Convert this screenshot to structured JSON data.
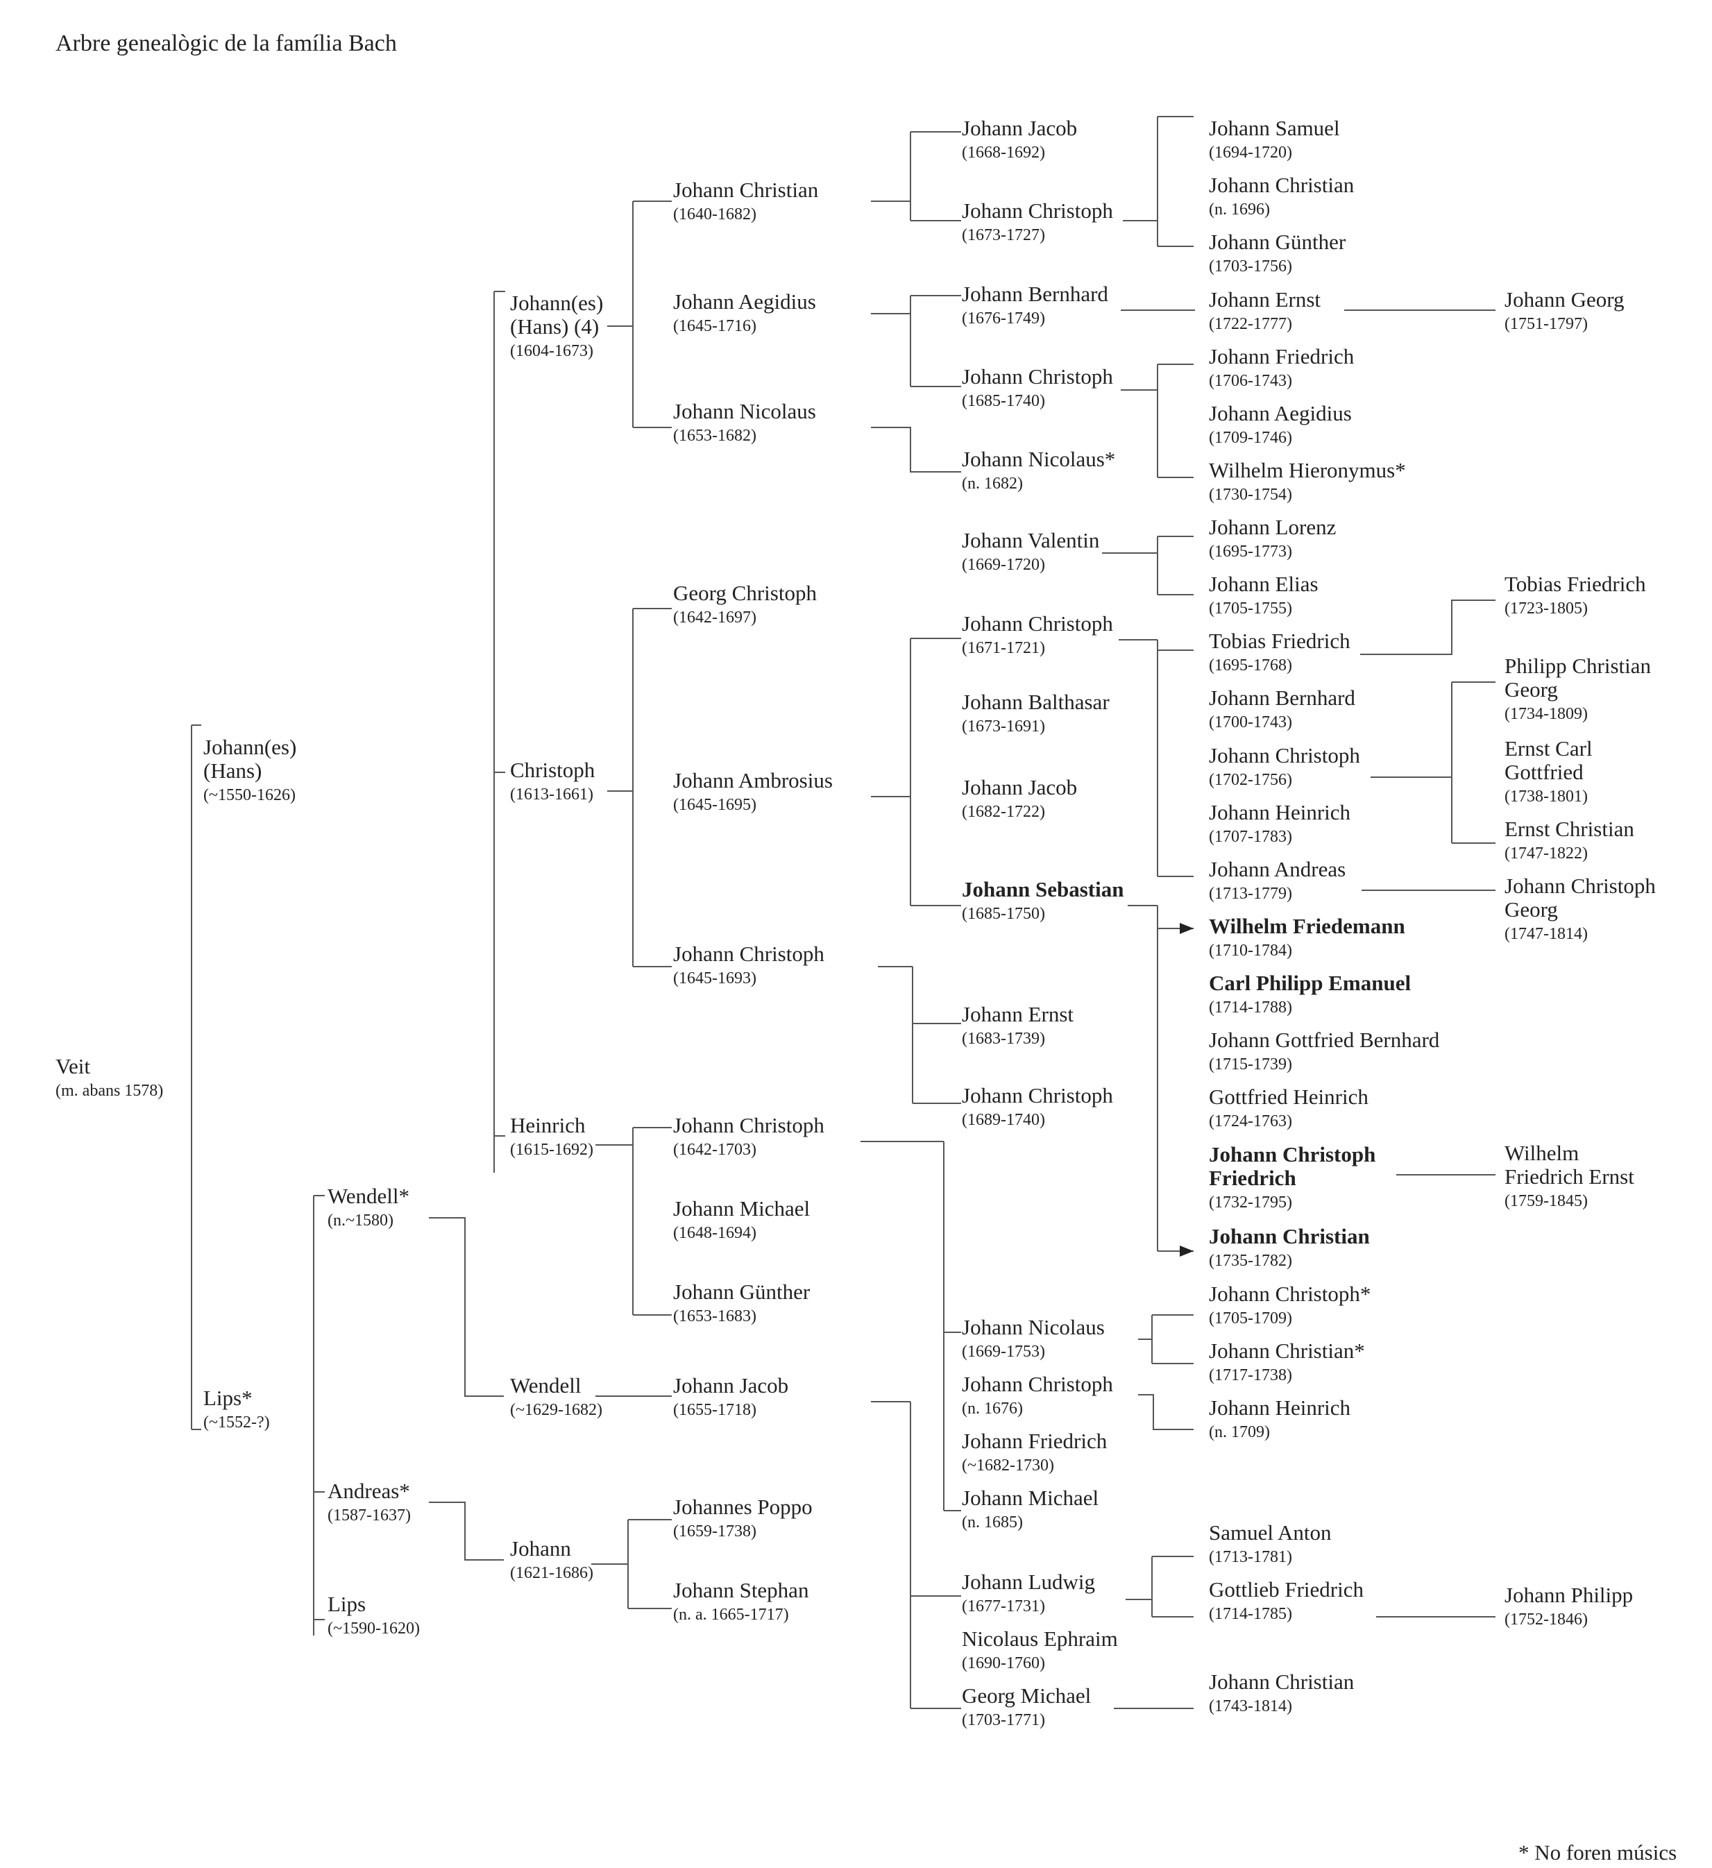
{
  "title": "Arbre genealògic de la família Bach",
  "footnote": "* No foren músics",
  "persons": [
    {
      "id": "veit",
      "name": "Veit",
      "years": "(m. abans 1578)"
    },
    {
      "id": "johann_hans_1",
      "name": "Johann(es)\n(Hans)",
      "years": "(~1550-1626)"
    },
    {
      "id": "lips_1",
      "name": "Lips*",
      "years": "(~1552-?)"
    },
    {
      "id": "johannes_hans_4",
      "name": "Johann(es)\n(Hans) (4)",
      "years": "(1604-1673)"
    },
    {
      "id": "christoph_1613",
      "name": "Christoph",
      "years": "(1613-1661)"
    },
    {
      "id": "heinrich_1615",
      "name": "Heinrich",
      "years": "(1615-1692)"
    },
    {
      "id": "wendell_1580",
      "name": "Wendell*",
      "years": "(n.~1580)"
    },
    {
      "id": "andreas_1587",
      "name": "Andreas*",
      "years": "(1587-1637)"
    },
    {
      "id": "lips_1590",
      "name": "Lips",
      "years": "(~1590-1620)"
    },
    {
      "id": "wendell_1629",
      "name": "Wendell",
      "years": "(~1629-1682)"
    },
    {
      "id": "johann_1621",
      "name": "Johann",
      "years": "(1621-1686)"
    },
    {
      "id": "jchristian_1640",
      "name": "Johann Christian",
      "years": "(1640-1682)"
    },
    {
      "id": "jaegidius_1645",
      "name": "Johann Aegidius",
      "years": "(1645-1716)"
    },
    {
      "id": "jnicolaus_1653",
      "name": "Johann Nicolaus",
      "years": "(1653-1682)"
    },
    {
      "id": "georg_christoph_1642",
      "name": "Georg Christoph",
      "years": "(1642-1697)"
    },
    {
      "id": "jambrosius_1645",
      "name": "Johann Ambrosius",
      "years": "(1645-1695)"
    },
    {
      "id": "jchristoph_1645",
      "name": "Johann Christoph",
      "years": "(1645-1693)"
    },
    {
      "id": "jchristoph_1642",
      "name": "Johann Christoph",
      "years": "(1642-1703)"
    },
    {
      "id": "jmichael_1648",
      "name": "Johann Michael",
      "years": "(1648-1694)"
    },
    {
      "id": "jgunther_1653",
      "name": "Johann Günther",
      "years": "(1653-1683)"
    },
    {
      "id": "jjacob_1655",
      "name": "Johann Jacob",
      "years": "(1655-1718)"
    },
    {
      "id": "jpoppo_1659",
      "name": "Johannes Poppo",
      "years": "(1659-1738)"
    },
    {
      "id": "jstephan_1665",
      "name": "Johann Stephan",
      "years": "(n. a. 1665-1717)"
    },
    {
      "id": "jjacob_1668",
      "name": "Johann Jacob",
      "years": "(1668-1692)"
    },
    {
      "id": "jchristoph_1673",
      "name": "Johann Christoph",
      "years": "(1673-1727)"
    },
    {
      "id": "jbernhard_1676",
      "name": "Johann Bernhard",
      "years": "(1676-1749)"
    },
    {
      "id": "jchristoph_1685",
      "name": "Johann Christoph",
      "years": "(1685-1740)"
    },
    {
      "id": "jnicolaus_1682",
      "name": "Johann Nicolaus*",
      "years": "(n. 1682)"
    },
    {
      "id": "jvalentin_1669",
      "name": "Johann Valentin",
      "years": "(1669-1720)"
    },
    {
      "id": "jchristoph_1671",
      "name": "Johann Christoph",
      "years": "(1671-1721)"
    },
    {
      "id": "jbalthasar_1673",
      "name": "Johann Balthasar",
      "years": "(1673-1691)"
    },
    {
      "id": "jjacob_1682",
      "name": "Johann Jacob",
      "years": "(1682-1722)"
    },
    {
      "id": "jsebastian_1685",
      "name": "Johann Sebastian",
      "years": "(1685-1750)",
      "bold": true
    },
    {
      "id": "jernst_1683",
      "name": "Johann Ernst",
      "years": "(1683-1739)"
    },
    {
      "id": "jchristoph_1689",
      "name": "Johann Christoph",
      "years": "(1689-1740)"
    },
    {
      "id": "jnicolaus_1669",
      "name": "Johann Nicolaus",
      "years": "(1669-1753)"
    },
    {
      "id": "jchristoph_1676",
      "name": "Johann Christoph",
      "years": "(n. 1676)"
    },
    {
      "id": "jfriedrich_1682",
      "name": "Johann Friedrich",
      "years": "(~1682-1730)"
    },
    {
      "id": "jmichael_1685",
      "name": "Johann Michael",
      "years": "(n. 1685)"
    },
    {
      "id": "jludwig_1677",
      "name": "Johann Ludwig",
      "years": "(1677-1731)"
    },
    {
      "id": "nephraim_1690",
      "name": "Nicolaus Ephraim",
      "years": "(1690-1760)"
    },
    {
      "id": "gmichael_1703",
      "name": "Georg Michael",
      "years": "(1703-1771)"
    },
    {
      "id": "jsamuel_1694",
      "name": "Johann Samuel",
      "years": "(1694-1720)"
    },
    {
      "id": "jchristian_1696",
      "name": "Johann Christian",
      "years": "(n. 1696)"
    },
    {
      "id": "jgunther_1703",
      "name": "Johann Günther",
      "years": "(1703-1756)"
    },
    {
      "id": "jernst_1722",
      "name": "Johann Ernst",
      "years": "(1722-1777)"
    },
    {
      "id": "jfriedrich_1706",
      "name": "Johann Friedrich",
      "years": "(1706-1743)"
    },
    {
      "id": "jaegidius_1709",
      "name": "Johann Aegidius",
      "years": "(1709-1746)"
    },
    {
      "id": "whieronymus_1730",
      "name": "Wilhelm Hieronymus*",
      "years": "(1730-1754)"
    },
    {
      "id": "jlorenz_1695",
      "name": "Johann Lorenz",
      "years": "(1695-1773)"
    },
    {
      "id": "jelias_1705",
      "name": "Johann Elias",
      "years": "(1705-1755)"
    },
    {
      "id": "tfriedrich_1695",
      "name": "Tobias Friedrich",
      "years": "(1695-1768)"
    },
    {
      "id": "jbernhard_1700",
      "name": "Johann Bernhard",
      "years": "(1700-1743)"
    },
    {
      "id": "jchristoph_1702",
      "name": "Johann Christoph",
      "years": "(1702-1756)"
    },
    {
      "id": "jheinrich_1707",
      "name": "Johann Heinrich",
      "years": "(1707-1783)"
    },
    {
      "id": "jandreas_1713",
      "name": "Johann Andreas",
      "years": "(1713-1779)"
    },
    {
      "id": "wfriedemann_1710",
      "name": "Wilhelm Friedemann",
      "years": "(1710-1784)",
      "bold": true
    },
    {
      "id": "cpemanuel_1714",
      "name": "Carl Philipp Emanuel",
      "years": "(1714-1788)",
      "bold": true
    },
    {
      "id": "jgbernhard_1715",
      "name": "Johann Gottfried Bernhard",
      "years": "(1715-1739)"
    },
    {
      "id": "gheinrich_1724",
      "name": "Gottfried Heinrich",
      "years": "(1724-1763)"
    },
    {
      "id": "jcfriedrich_1732",
      "name": "Johann Christoph\nFriedrich",
      "years": "(1732-1795)",
      "bold": true
    },
    {
      "id": "jchristian_1735",
      "name": "Johann Christian",
      "years": "(1735-1782)",
      "bold": true
    },
    {
      "id": "jchristoph_1705",
      "name": "Johann Christoph*",
      "years": "(1705-1709)"
    },
    {
      "id": "jchristian_1717",
      "name": "Johann Christian*",
      "years": "(1717-1738)"
    },
    {
      "id": "jheinrich_1709",
      "name": "Johann Heinrich",
      "years": "(n. 1709)"
    },
    {
      "id": "santon_1713",
      "name": "Samuel Anton",
      "years": "(1713-1781)"
    },
    {
      "id": "gfriedrich_1714",
      "name": "Gottlieb Friedrich",
      "years": "(1714-1785)"
    },
    {
      "id": "jchristian_1743",
      "name": "Johann Christian",
      "years": "(1743-1814)"
    },
    {
      "id": "jgeorg_1751",
      "name": "Johann Georg",
      "years": "(1751-1797)"
    },
    {
      "id": "tfriedrich_1723",
      "name": "Tobias Friedrich",
      "years": "(1723-1805)"
    },
    {
      "id": "pcgeorg_1734",
      "name": "Philipp Christian\nGeorg",
      "years": "(1734-1809)"
    },
    {
      "id": "ecgottfried_1738",
      "name": "Ernst Carl\nGottfried",
      "years": "(1738-1801)"
    },
    {
      "id": "echristian_1747",
      "name": "Ernst Christian",
      "years": "(1747-1822)"
    },
    {
      "id": "jcgeorg_1747",
      "name": "Johann Christoph\nGeorg",
      "years": "(1747-1814)"
    },
    {
      "id": "wfernst_1759",
      "name": "Wilhelm\nFriedrich Ernst",
      "years": "(1759-1845)"
    },
    {
      "id": "jphilipp_1752",
      "name": "Johann Philipp",
      "years": "(1752-1846)"
    }
  ]
}
